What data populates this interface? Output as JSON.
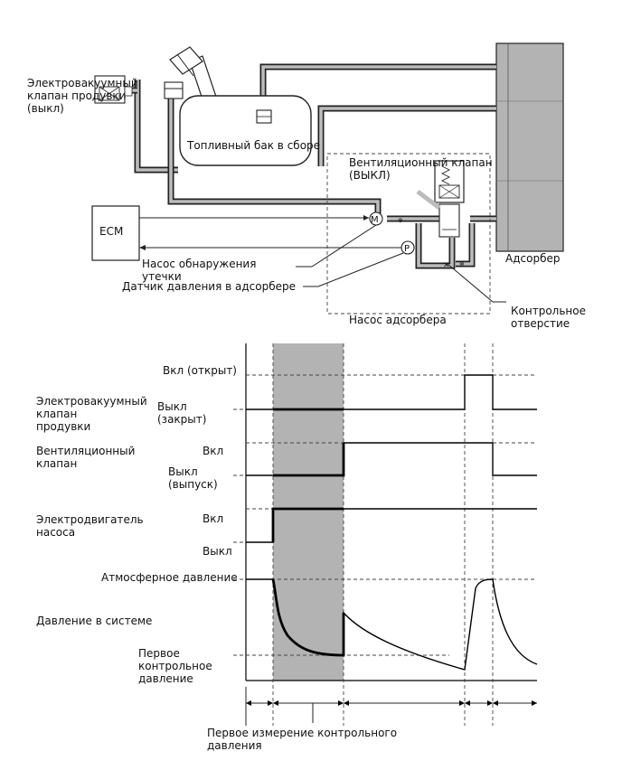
{
  "labels": {
    "purge_valve": [
      "Электровакуумный",
      "клапан продувки",
      "(выкл)"
    ],
    "fuel_tank": "Топливный бак в сборе",
    "vent_valve": [
      "Вентиляционный клапан",
      "(ВЫКЛ)"
    ],
    "ecm": "ECM",
    "leak_pump": [
      "Насос обнаружения",
      "утечки"
    ],
    "pressure_sensor": "Датчик давления в адсорбере",
    "canister": "Адсорбер",
    "canister_pump": "Насос адсорбера",
    "orifice": [
      "Контрольное",
      "отверстие"
    ],
    "motor_symbol": "M",
    "pressure_symbol": "P"
  },
  "timing": {
    "purge": {
      "name": [
        "Электровакуумный",
        "клапан",
        "продувки"
      ],
      "on": "Вкл (открыт)",
      "off": [
        "Выкл",
        "(закрыт)"
      ]
    },
    "vent": {
      "name": [
        "Вентиляционный",
        "клапан"
      ],
      "on": "Вкл",
      "off": [
        "Выкл",
        "(выпуск)"
      ]
    },
    "motor": {
      "name": [
        "Электродвигатель",
        "насоса"
      ],
      "on": "Вкл",
      "off": "Выкл"
    },
    "pressure": {
      "atm": "Атмосферное давление",
      "name": "Давление в системе",
      "first_ref": [
        "Первое",
        "контрольное",
        "давление"
      ]
    },
    "bottom_note": [
      "Первое измерение контрольного",
      "давления"
    ]
  }
}
